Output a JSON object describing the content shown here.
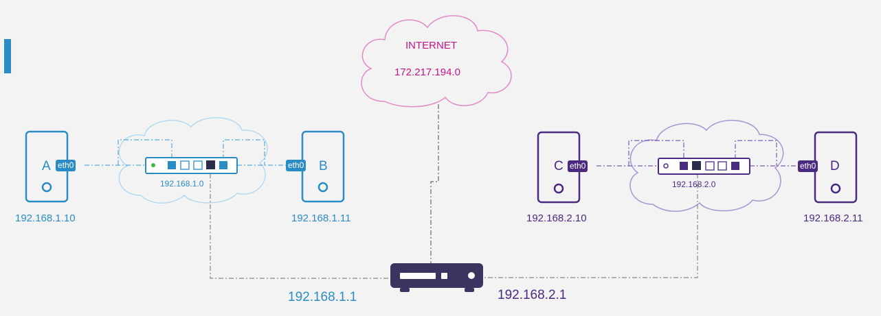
{
  "colors": {
    "blue": "#2a8cc4",
    "purple": "#4a2a80",
    "internet": "#d070b8",
    "internet_text": "#c0168a",
    "router": "#3a3560",
    "cloud_blue": "#a8d4ee",
    "cloud_purple": "#9a88c8"
  },
  "internet": {
    "title": "INTERNET",
    "network": "172.217.194.0"
  },
  "networks": [
    {
      "switch_network": "192.168.1.0",
      "hosts": [
        {
          "letter": "A",
          "interface": "eth0",
          "ip": "192.168.1.10"
        },
        {
          "letter": "B",
          "interface": "eth0",
          "ip": "192.168.1.11"
        }
      ]
    },
    {
      "switch_network": "192.168.2.0",
      "hosts": [
        {
          "letter": "C",
          "interface": "eth0",
          "ip": "192.168.2.10"
        },
        {
          "letter": "D",
          "interface": "eth0",
          "ip": "192.168.2.11"
        }
      ]
    }
  ],
  "router": {
    "left_ip": "192.168.1.1",
    "right_ip": "192.168.2.1"
  }
}
